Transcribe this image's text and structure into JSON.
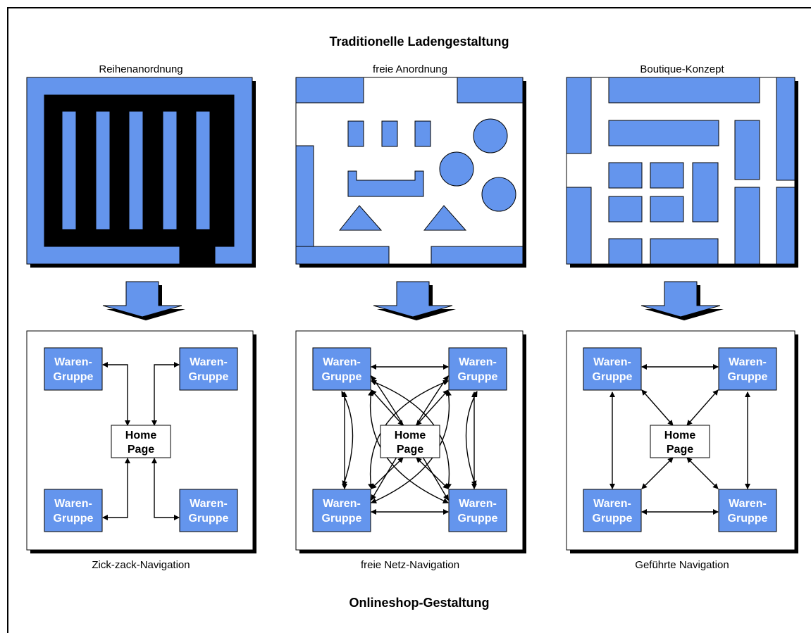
{
  "title_top": "Traditionelle Ladengestaltung",
  "title_bottom": "Onlineshop-Gestaltung",
  "layouts": [
    {
      "label": "Reihenanordnung"
    },
    {
      "label": "freie Anordnung"
    },
    {
      "label": "Boutique-Konzept"
    }
  ],
  "navigations": [
    {
      "label": "Zick-zack-Navigation"
    },
    {
      "label": "freie Netz-Navigation"
    },
    {
      "label": "Geführte Navigation"
    }
  ],
  "node": {
    "line1": "Waren-",
    "line2": "Gruppe"
  },
  "home": {
    "line1": "Home",
    "line2": "Page"
  },
  "colors": {
    "fill": "#6495ed",
    "border": "#000000",
    "shadow": "#000000",
    "background": "#ffffff"
  }
}
